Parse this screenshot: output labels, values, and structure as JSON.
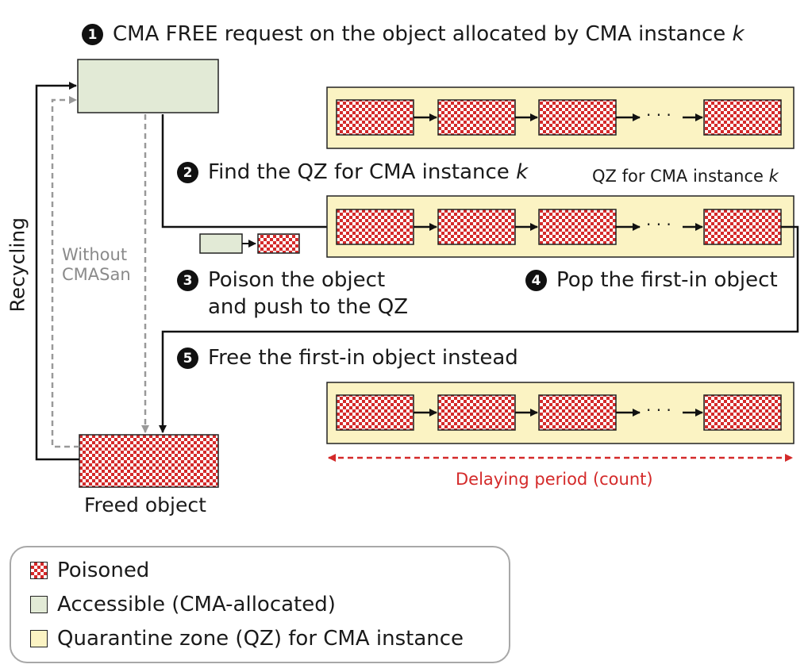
{
  "steps": {
    "s1": {
      "num": "1",
      "text": "CMA FREE request on the object allocated by CMA instance",
      "var": "k"
    },
    "s2": {
      "num": "2",
      "text": "Find the QZ for CMA instance",
      "var": "k"
    },
    "s3": {
      "num": "3",
      "line1": "Poison the object",
      "line2": "and push to the QZ"
    },
    "s4": {
      "num": "4",
      "text": "Pop the first-in object"
    },
    "s5": {
      "num": "5",
      "text": "Free the first-in object instead"
    }
  },
  "labels": {
    "qz_label": "QZ for CMA instance",
    "qz_var": "k",
    "recycling": "Recycling",
    "without_line1": "Without",
    "without_line2": "CMASan",
    "freed_object": "Freed object",
    "delaying_period": "Delaying period (count)",
    "ellipsis": "· · ·"
  },
  "legend": {
    "poisoned": "Poisoned",
    "accessible": "Accessible (CMA-allocated)",
    "quarantine": "Quarantine zone (QZ) for CMA instance"
  },
  "colors": {
    "poison_red": "#d42a2a",
    "accessible_green": "#e2ead6",
    "quarantine_yellow": "#fbf3c3",
    "delay_arrow_red": "#d42a2a",
    "dashed_gray": "#999999"
  }
}
